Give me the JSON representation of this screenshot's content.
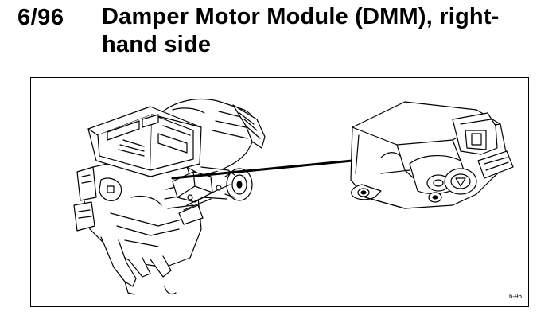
{
  "section": {
    "number": "6/96",
    "title_line_1": "Damper Motor Module (DMM), right-",
    "title_line_2": "hand side"
  },
  "figure": {
    "id_label": "6-96",
    "colors": {
      "line": "#000000",
      "fill": "#ffffff"
    }
  }
}
